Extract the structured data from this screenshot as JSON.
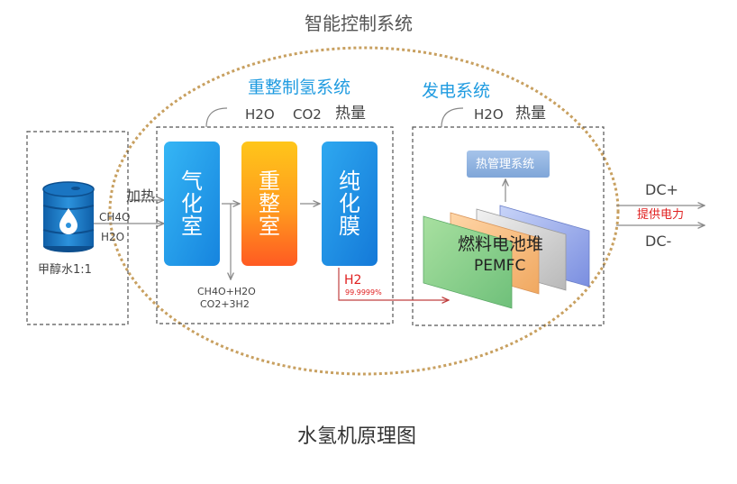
{
  "title": "智能控制系统",
  "caption": "水氢机原理图",
  "methanol": {
    "label": "甲醇水1:1",
    "icon": "methanol-barrel-icon"
  },
  "heat_in_label": "加热",
  "feed_gas": {
    "ch4o": "CH4O",
    "h2o": "H2O"
  },
  "reforming_system": {
    "title": "重整制氢系统",
    "inputs": {
      "h2o": "H2O",
      "co2": "CO2",
      "heat": "热量"
    },
    "vaporizer": "气化室",
    "reformer": "重整室",
    "membrane": "纯化膜",
    "reaction_line1": "CH4O+H2O",
    "reaction_line2": "CO2+3H2",
    "h2_label": "H2",
    "purity": "99.9999%"
  },
  "power_system": {
    "title": "发电系统",
    "outputs": {
      "h2o": "H2O",
      "heat": "热量"
    },
    "thermal_mgmt": "热管理系统",
    "stack_line1": "燃料电池堆",
    "stack_line2": "PEMFC"
  },
  "output": {
    "dc_plus": "DC+",
    "power": "提供电力",
    "dc_minus": "DC-"
  },
  "colors": {
    "ellipse": "#c8a060",
    "blue_title": "#1f9be0",
    "red_text": "#e02020",
    "vaporizer": "#1a98e8",
    "reformer_top": "#ffc418",
    "reformer_bottom": "#ff6020",
    "membrane": "#1e8ee8",
    "thermal_box": "#8fb4e0"
  }
}
